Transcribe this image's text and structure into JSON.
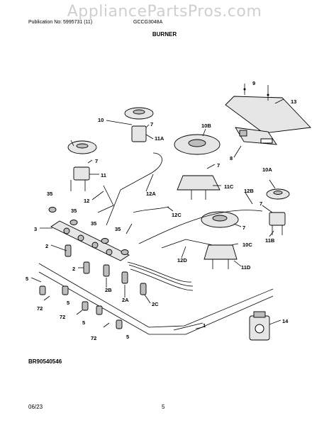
{
  "header": {
    "watermark": "AppliancePartsPros.com",
    "publication": "Publication No: 5995731 (11)",
    "model": "GCCG3048A",
    "section": "BURNER"
  },
  "footer": {
    "diagram_code": "BR90540546",
    "date": "06/23",
    "page": "5"
  },
  "callouts": {
    "c1": "1",
    "c2a": "2",
    "c2b": "2",
    "c2B": "2B",
    "c2A": "2A",
    "c2C": "2C",
    "c3": "3",
    "c5a": "5",
    "c5b": "5",
    "c5c": "5",
    "c5d": "5",
    "c7a": "7",
    "c7b": "7",
    "c7c": "7",
    "c7d": "7",
    "c7e": "7",
    "c8": "8",
    "c9": "9",
    "c10": "10",
    "c10A": "10A",
    "c10B": "10B",
    "c10C": "10C",
    "c11": "11",
    "c11A": "11A",
    "c11B": "11B",
    "c11C": "11C",
    "c11D": "11D",
    "c12": "12",
    "c12A": "12A",
    "c12B": "12B",
    "c12C": "12C",
    "c12D": "12D",
    "c13": "13",
    "c14": "14",
    "c35a": "35",
    "c35b": "35",
    "c35c": "35",
    "c35d": "35",
    "c72a": "72",
    "c72b": "72",
    "c72c": "72"
  }
}
